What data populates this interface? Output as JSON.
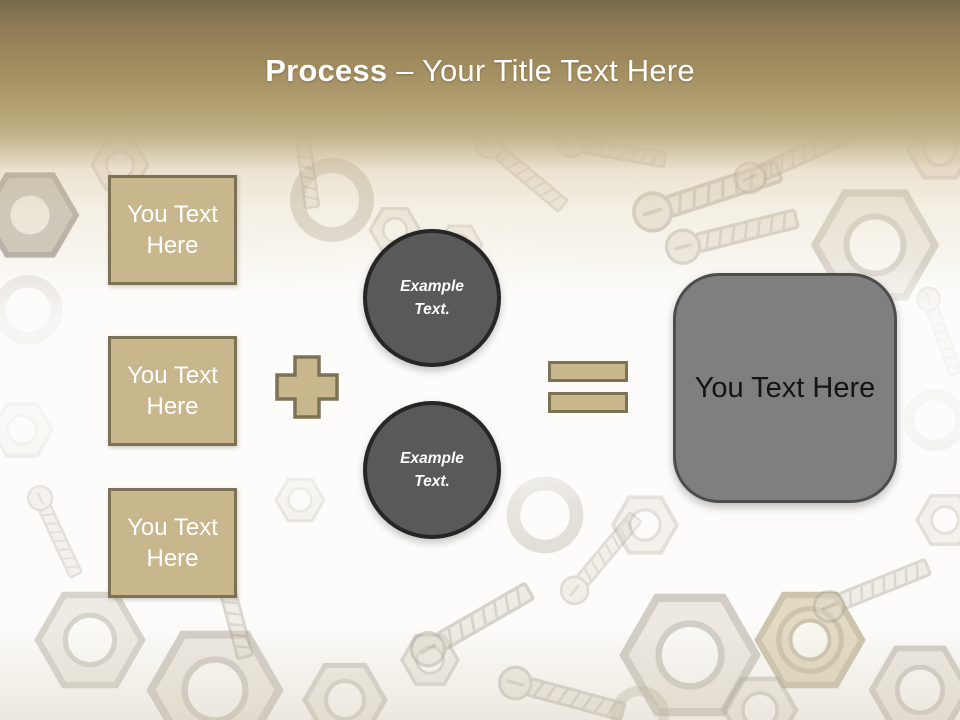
{
  "header": {
    "title_bold": "Process",
    "title_rest": "– Your Title Text Here"
  },
  "process_boxes": [
    {
      "label": "You Text Here"
    },
    {
      "label": "You Text Here"
    },
    {
      "label": "You Text Here"
    }
  ],
  "operators": {
    "plus_icon": "+",
    "equals_icon": "="
  },
  "example_circles": [
    {
      "label": "Example Text."
    },
    {
      "label": "Example Text."
    }
  ],
  "result_box": {
    "label": "You Text Here"
  },
  "colors": {
    "accent_tan": "#c8b78d",
    "accent_tan_border": "#7d7256",
    "circle_gray": "#595959",
    "circle_border": "#262626",
    "result_gray": "#7f7f7f",
    "result_border": "#4d4d4d",
    "header_top": "#77694c",
    "header_gold": "#a28d60",
    "header_fade": "#c3b48c",
    "title_text": "#ffffff"
  }
}
